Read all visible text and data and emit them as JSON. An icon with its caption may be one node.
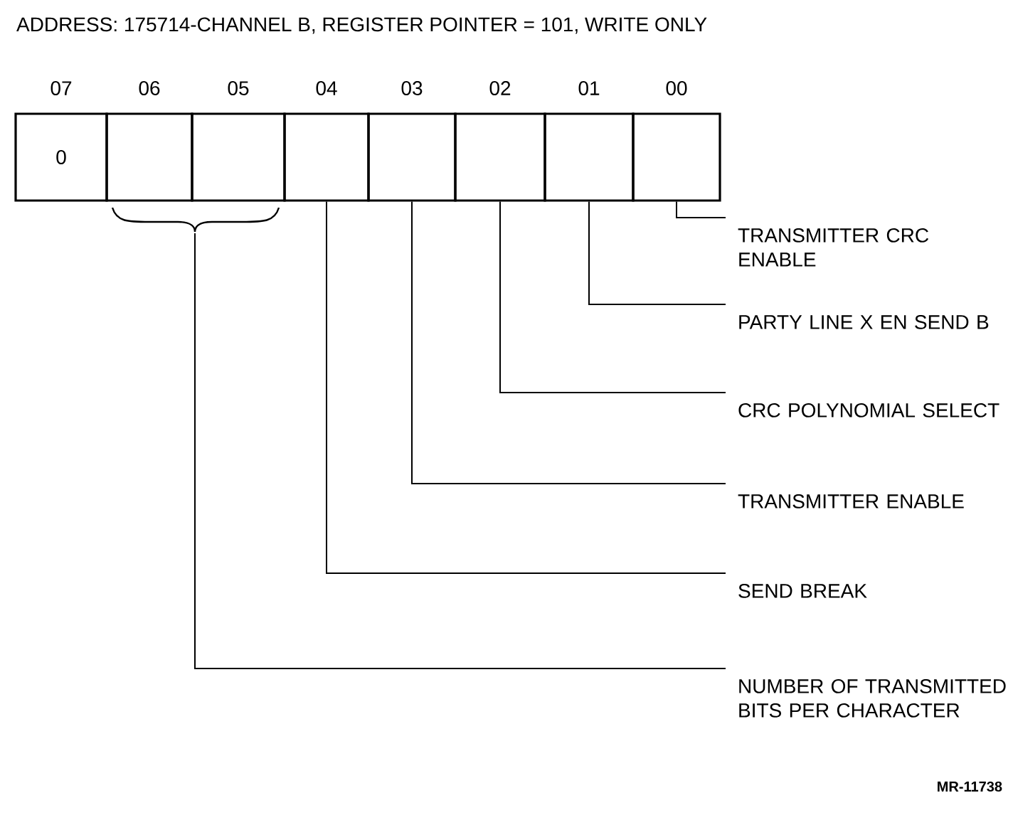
{
  "diagram": {
    "title": "ADDRESS: 175714-CHANNEL B, REGISTER POINTER = 101, WRITE ONLY",
    "nodes": [
      {
        "text": [
          "07",
          "0"
        ]
      },
      {
        "text": [
          "06"
        ]
      },
      {
        "text": [
          "05"
        ]
      },
      {
        "text": [
          "04"
        ]
      },
      {
        "text": [
          "03"
        ]
      },
      {
        "text": [
          "02"
        ]
      },
      {
        "text": [
          "01"
        ]
      },
      {
        "text": [
          "00"
        ]
      },
      {
        "text": [],
        "shape": "brace"
      },
      {
        "text": [
          "TRANSMITTER CRC ENABLE"
        ]
      },
      {
        "text": [
          "PARTY LINE X EN SEND B"
        ]
      },
      {
        "text": [
          "CRC POLYNOMIAL SELECT"
        ]
      },
      {
        "text": [
          "TRANSMITTER ENABLE"
        ]
      },
      {
        "text": [
          "SEND BREAK"
        ]
      },
      {
        "text": [
          "NUMBER OF TRANSMITTED BITS PER CHARACTER"
        ]
      }
    ],
    "edges": [
      {
        "from": 9,
        "to": 7,
        "arrow": "none"
      },
      {
        "from": 10,
        "to": 6,
        "arrow": "none"
      },
      {
        "from": 11,
        "to": 5,
        "arrow": "none"
      },
      {
        "from": 12,
        "to": 4,
        "arrow": "none"
      },
      {
        "from": 13,
        "to": 3,
        "arrow": "none"
      },
      {
        "from": 14,
        "to": 8,
        "arrow": "none"
      }
    ],
    "labels": [
      "MR-11738"
    ]
  }
}
